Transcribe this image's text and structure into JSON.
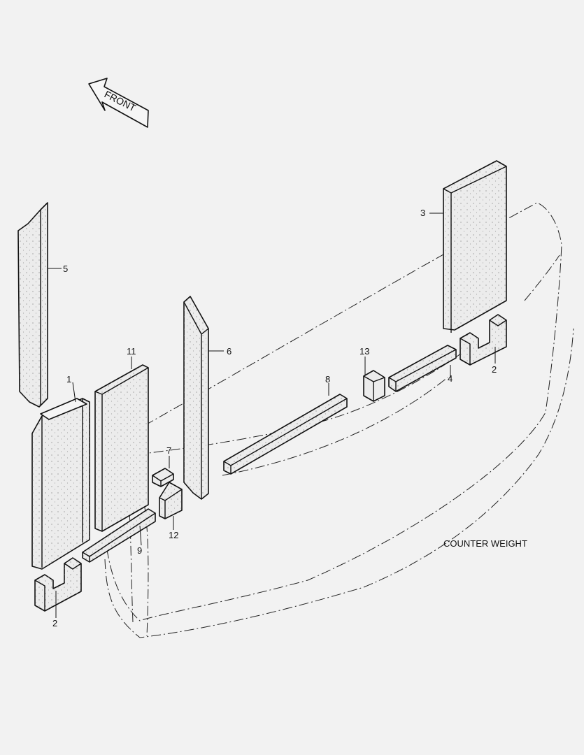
{
  "diagram": {
    "front_label": "FRONT",
    "caption": "COUNTER WEIGHT",
    "callouts": [
      "1",
      "2",
      "2",
      "3",
      "4",
      "5",
      "6",
      "7",
      "8",
      "9",
      "11",
      "12",
      "13"
    ]
  }
}
